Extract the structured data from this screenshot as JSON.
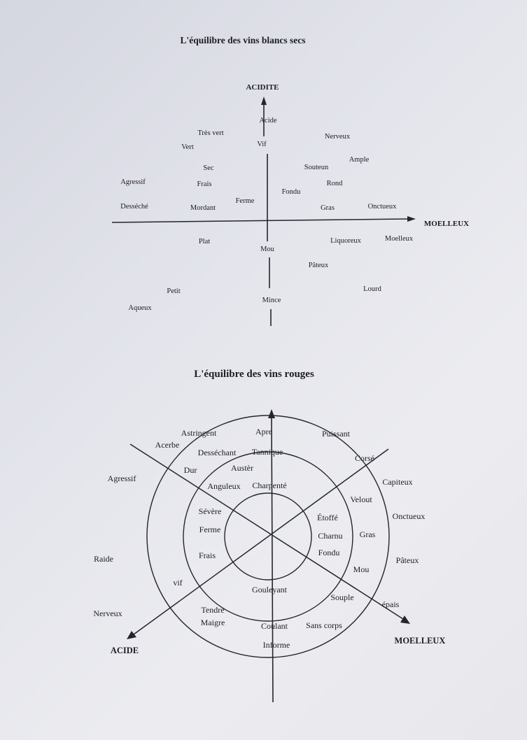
{
  "diagram1": {
    "title": "L'équilibre des vins blancs secs",
    "y_axis_label": "ACIDITE",
    "x_axis_label": "MOELLEUX",
    "terms": [
      "Acide",
      "Très vert",
      "Vert",
      "Vif",
      "Nerveux",
      "Ample",
      "Sec",
      "Souteun",
      "Agressif",
      "Frais",
      "Rond",
      "Fondu",
      "Ferme",
      "Desséché",
      "Mordant",
      "Gras",
      "Onctueux",
      "Plat",
      "Liquoreux",
      "Moelleux",
      "Mou",
      "Pâteux",
      "Petit",
      "Lourd",
      "Mince",
      "Aqueux"
    ]
  },
  "diagram2": {
    "title": "L'équilibre des vins rouges",
    "acide_label": "ACIDE",
    "moelleux_label": "MOELLEUX",
    "terms": [
      "Astringent",
      "Apre",
      "Puissant",
      "Acerbe",
      "Desséchant",
      "Tannique",
      "Corsé",
      "Dur",
      "Austèr",
      "Agressif",
      "Capiteux",
      "Anguleux",
      "Charpenté",
      "Velout",
      "Sévère",
      "Étoffé",
      "Onctueux",
      "Ferme",
      "Charnu",
      "Gras",
      "Raide",
      "Frais",
      "Fondu",
      "Pâteux",
      "Mou",
      "vif",
      "Gouleyant",
      "Souple",
      "épais",
      "Nerveux",
      "Tendre",
      "Maigre",
      "Coulant",
      "Sans corps",
      "MOELLEUX",
      "ACIDE",
      "Informe"
    ]
  }
}
